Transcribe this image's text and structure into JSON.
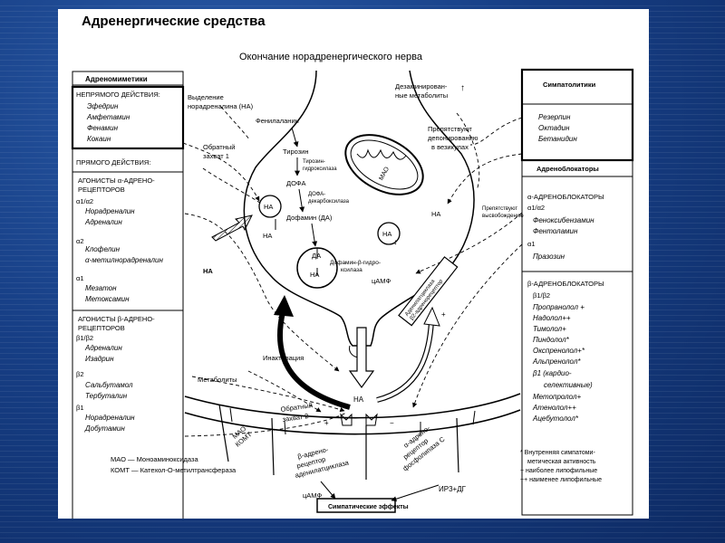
{
  "title": "Адренергические средства",
  "subtitle": "Окончание норадренергического нерва",
  "left_panel": {
    "header": "Адреномиметики",
    "indirect": {
      "heading": "НЕПРЯМОГО ДЕЙСТВИЯ:",
      "items": [
        "Эфедрин",
        "Амфетамин",
        "Фенамин",
        "Кокаин"
      ]
    },
    "direct_heading": "ПРЯМОГО ДЕЙСТВИЯ:",
    "alpha_agonists": {
      "heading": [
        "АГОНИСТЫ α-АДРЕНО-",
        "РЕЦЕПТОРОВ"
      ],
      "groups": [
        {
          "label": "α1/α2",
          "items": [
            "Норадреналин",
            "Адреналин"
          ]
        },
        {
          "label": "α2",
          "items": [
            "Клофелин",
            "α-метилнорадреналин"
          ]
        },
        {
          "label": "α1",
          "items": [
            "Мезатон",
            "Метоксамин"
          ]
        }
      ]
    },
    "beta_agonists": {
      "heading": [
        "АГОНИСТЫ β-АДРЕНО-",
        "РЕЦЕПТОРОВ"
      ],
      "groups": [
        {
          "label": "β1/β2",
          "items": [
            "Адреналин",
            "Изадрин"
          ]
        },
        {
          "label": "β2",
          "items": [
            "Сальбутамол",
            "Тербуталин"
          ]
        },
        {
          "label": "β1",
          "items": [
            "Норадреналин",
            "Добутамин"
          ]
        }
      ]
    }
  },
  "right_panel": {
    "sympatholytics": {
      "header": "Симпатолитики",
      "items": [
        "Резерпин",
        "Октадин",
        "Бетанидин"
      ]
    },
    "blockers_header": "Адреноблокаторы",
    "alpha_blockers": {
      "heading": "α-АДРЕНОБЛОКАТОРЫ",
      "groups": [
        {
          "label": "α1/α2",
          "items": [
            "Феноксибензамин",
            "Фентоламин"
          ]
        },
        {
          "label": "α1",
          "items": [
            "Празозин"
          ]
        }
      ]
    },
    "beta_blockers": {
      "heading": "β-АДРЕНОБЛОКАТОРЫ",
      "group_label": "β1/β2",
      "items": [
        "Пропранолол +",
        "Надолол++",
        "Тимолол+",
        "Пиндолол*",
        "Окспренолол+*",
        "Альпренолол*"
      ],
      "sub_label": [
        "β1 (кардио-",
        "селективные)"
      ],
      "sub_items": [
        "Метопролол+",
        "Атенолол++",
        "Ацебутолол*"
      ]
    }
  },
  "diagram": {
    "release": [
      "Выделение",
      "норадреналина (НА)"
    ],
    "reuptake1": [
      "Обратный",
      "захват 1"
    ],
    "phenylalanine": "Фенилаланин",
    "tyrosine": "Тирозин",
    "tyrosine_hydroxylase": [
      "Тирозин-",
      "гидроксилаза"
    ],
    "dopa": "ДОФА",
    "dopa_decarboxylase": [
      "ДОФА-",
      "декарбоксилаза"
    ],
    "dopamine": "Дофамин (ДА)",
    "da": "ДА",
    "na": "НА",
    "dbh": [
      "Дофамин-β-гидро-",
      "ксилаза"
    ],
    "mao": "МАО",
    "deaminated": [
      "Дезаминирован-",
      "ные метаболиты"
    ],
    "prevent_deposit": [
      "Препятствуют",
      "депонированию",
      "в везикулах"
    ],
    "prevent_release": [
      "Препятствуют",
      "высвобождению"
    ],
    "camp": "цАМФ",
    "adenylate": [
      "Аденилатциклаза",
      "β2-адренорецептор"
    ],
    "inactivation": "Инактивация",
    "metabolites": "Метаболиты",
    "reuptake2": [
      "Обратный",
      "захват 2"
    ],
    "mao_comt": [
      "МАО",
      "КОМТ"
    ],
    "beta_receptor": [
      "β-адрено-",
      "рецептор",
      "аденилатциклаза"
    ],
    "alpha_receptor": [
      "α-адрено-",
      "рецептор",
      "фосфолипаза С"
    ],
    "plus": "+",
    "minus": "−",
    "ip3": "ИР3+ДГ",
    "sympathetic": "Симпатические эффекты"
  },
  "legend": {
    "abbrev": [
      "МАО — Моноаминоксидаза",
      "КОМТ — Катехол-О-метилтрансфераза"
    ],
    "notes": [
      "* Внутренняя симпатоми-",
      "метическая активность",
      "+ наиболее липофильные",
      "++ наименее липофильные"
    ]
  }
}
